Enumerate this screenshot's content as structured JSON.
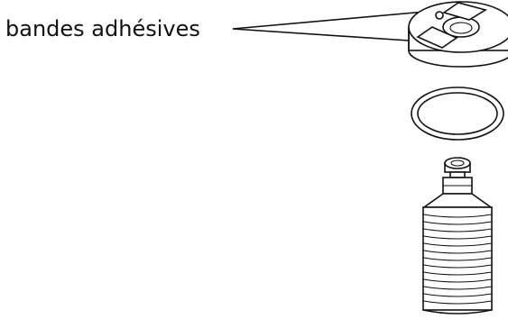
{
  "diagram": {
    "label": "bandes adhésives",
    "parts": [
      "cap-with-adhesive-strips",
      "o-ring",
      "bellows-bottle"
    ]
  }
}
